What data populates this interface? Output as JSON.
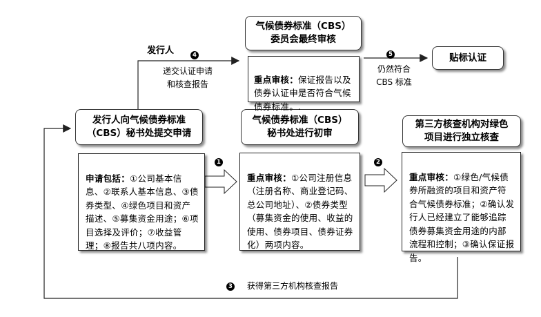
{
  "nodes": {
    "cbs_committee": "气候债券标准（CBS）\n委员会最终审核",
    "certification": "贴标认证",
    "issuer_submit": "发行人向气候债券标准\n（CBS）秘书处提交申请",
    "secretariat_review": "气候债券标准（CBS）\n秘书处进行初审",
    "third_party": "第三方核查机构对绿色\n项目进行独立核查"
  },
  "content": {
    "committee": {
      "head": "重点审核：",
      "body": "保证报告以及债券认证申是否符合气候债券标准。."
    },
    "issuer": {
      "head": "申请包括：",
      "body": "①公司基本信息、②联系人基本信息、③债券类型、④绿色项目和资产描述、⑤募集资金用途；⑥项目选择及评价；⑦收益管理；⑧报告共八项内容。"
    },
    "secretariat": {
      "head": "重点审核：",
      "body": "①公司注册信息（注册名称、商业登记码、总公司地址）、②债券类型（募集资金的使用、收益的使用、债券项目、债券证券化）两项内容。"
    },
    "third_party": {
      "head": "重点审核：",
      "body": "①绿色/气候债券所融资的项目和资产符合气候债券标准；②确认发行人已经建立了能够追踪债券募集资金用途的内部流程和控制；③确认保证报告。"
    }
  },
  "labels": {
    "issuer": "发行人",
    "submit": "递交认证申请\n和核查报告",
    "still_compliant": "仍然符合\nCBS 标准",
    "obtain_report": "获得第三方机构核查报告"
  },
  "steps": [
    "1",
    "2",
    "3",
    "4",
    "5"
  ]
}
